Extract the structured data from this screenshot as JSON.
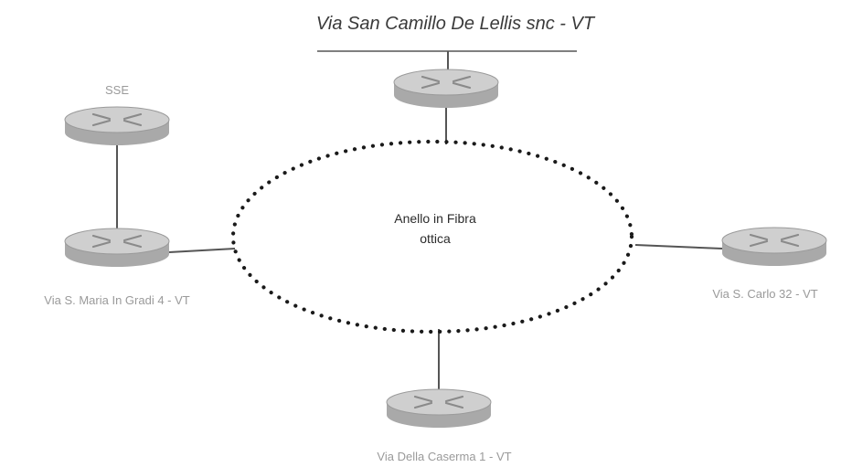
{
  "diagram": {
    "title": "Via San Camillo De Lellis snc - VT",
    "ring_label_line1": "Anello in Fibra",
    "ring_label_line2": "ottica",
    "nodes": {
      "sse": "SSE",
      "maria": "Via S. Maria In Gradi 4 - VT",
      "carlo": "Via S. Carlo 32 - VT",
      "caserma": "Via Della Caserma 1 - VT"
    }
  },
  "colors": {
    "router_top": "#cfcfcf",
    "router_side": "#a9a9a9",
    "ring_dots": "#1a1a1a",
    "link": "#555555"
  }
}
